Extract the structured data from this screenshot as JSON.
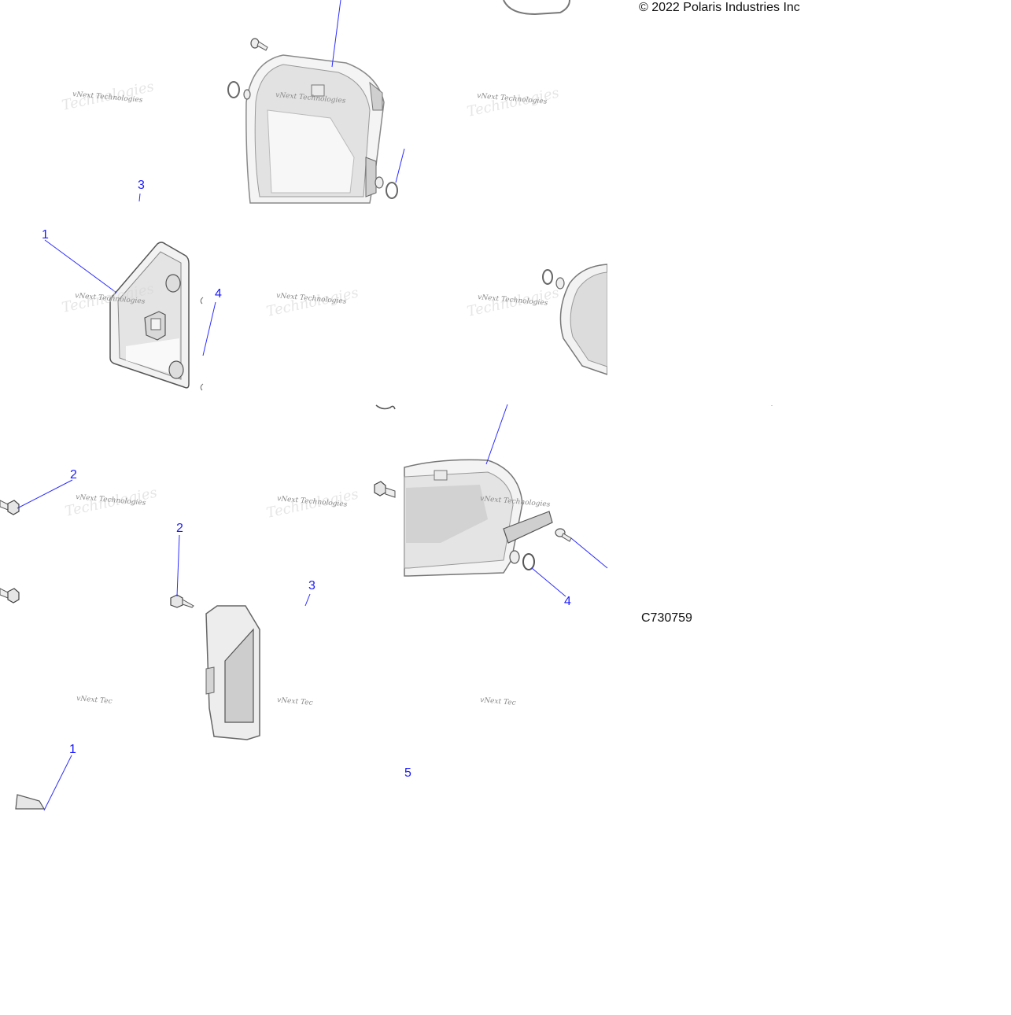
{
  "copyright": "© 2022 Polaris Industries Inc",
  "diagram_id": "C730759",
  "watermark_text": "vNext Technologies",
  "callouts": {
    "a": "3",
    "b": "1",
    "c": "4",
    "d": "2",
    "e": "2",
    "f": "3",
    "g": "4",
    "h": "1",
    "i": "5"
  },
  "colors": {
    "callout": "#1a1aff",
    "leader": "#2d2dff",
    "outline": "#555555",
    "fill": "#d8d8d8"
  }
}
